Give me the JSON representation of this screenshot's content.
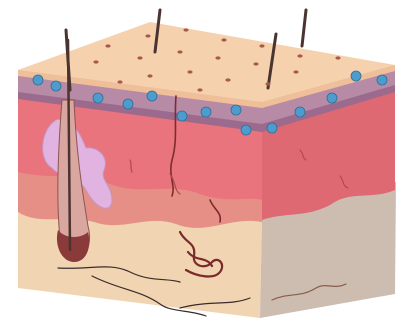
{
  "diagram": {
    "kind": "skin-cross-section-block",
    "labels": [],
    "colors": {
      "background": "#ffffff",
      "epidermis_top": "#f6d1ad",
      "epidermis_shadow": "#eebf98",
      "basal_layer": "#b78aa6",
      "basal_layer_dark": "#9c6a8d",
      "basal_cell": "#4e9ccb",
      "dermis_front": "#e9747d",
      "dermis_side": "#de6973",
      "dermis_deep_front": "#e58f87",
      "hypodermis_front": "#f1d4b1",
      "hypodermis_side": "#cdbdb1",
      "sebaceous_gland": "#e1b3e0",
      "hair": "#4a3430",
      "follicle_bulb": "#8b3a3a",
      "pore": "#a85a4a",
      "vessel": "#3b2b2b"
    },
    "features": [
      "hair-shaft",
      "hair-follicle",
      "sebaceous-gland",
      "basal-cells",
      "pores",
      "sweat-duct",
      "blood-vessels",
      "nerves"
    ]
  }
}
